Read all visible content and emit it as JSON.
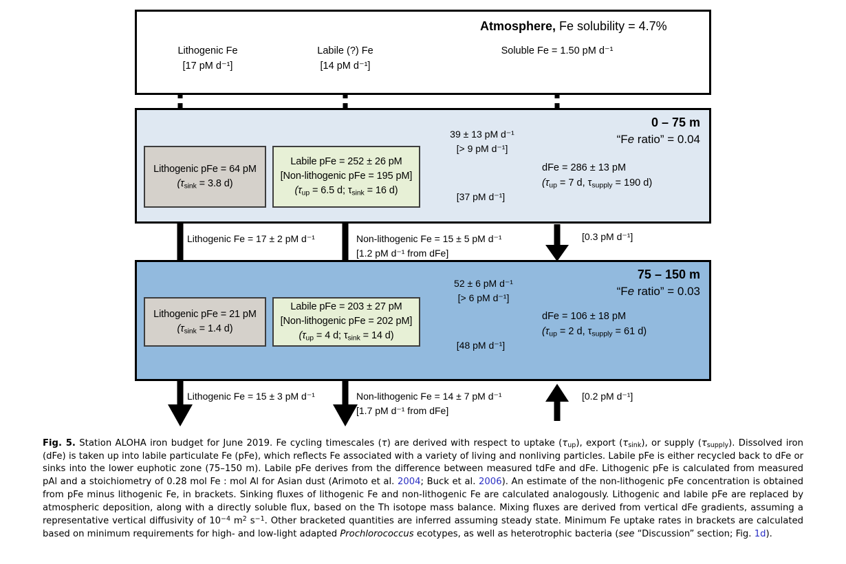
{
  "figure": {
    "label": "Fig. 5.",
    "atmosphere": {
      "title_bold": "Atmosphere,",
      "title_rest": " Fe solubility = 4.7%",
      "sources": [
        {
          "name": "lithogenic-fe",
          "line1": "Lithogenic Fe",
          "line2": "[17 pM d⁻¹]"
        },
        {
          "name": "labile-fe",
          "line1": "Labile (?) Fe",
          "line2": "[14 pM d⁻¹]"
        },
        {
          "name": "soluble-fe",
          "line1": "Soluble Fe = 1.50 pM d⁻¹",
          "line2": ""
        }
      ]
    },
    "upper_zone": {
      "depth": "0 – 75 m",
      "fe_ratio_prefix": "“F",
      "fe_ratio_italic": "e",
      "fe_ratio_suffix": " ratio” = 0.04",
      "lithogenic_pool": {
        "line1": "Lithogenic pFe = 64 pM",
        "line2_pre": "(τ",
        "line2_sub": "sink",
        "line2_post": " = 3.8 d)"
      },
      "labile_pool": {
        "line1": "Labile pFe = 252 ± 26 pM",
        "line2": "[Non-lithogenic pFe = 195 pM]",
        "line3_a": "(τ",
        "line3_a_sub": "up",
        "line3_b": " = 6.5 d; τ",
        "line3_b_sub": "sink",
        "line3_c": " = 16 d)"
      },
      "uptake_flux": {
        "line1": "39 ± 13 pM d⁻¹",
        "line2": "[> 9 pM d⁻¹]"
      },
      "recycle_flux": {
        "line1": "[37 pM d⁻¹]"
      },
      "dfe": {
        "line1": "dFe = 286 ± 13 pM",
        "line2_a": "(τ",
        "line2_a_sub": "up",
        "line2_b": " = 7 d, τ",
        "line2_b_sub": "supply",
        "line2_c": " = 190 d)"
      }
    },
    "lower_zone": {
      "depth": "75 – 150 m",
      "fe_ratio_prefix": "“F",
      "fe_ratio_italic": "e",
      "fe_ratio_suffix": " ratio” = 0.03",
      "lithogenic_pool": {
        "line1": "Lithogenic pFe = 21 pM",
        "line2_pre": "(τ",
        "line2_sub": "sink",
        "line2_post": " = 1.4 d)"
      },
      "labile_pool": {
        "line1": "Labile pFe = 203 ± 27 pM",
        "line2": "[Non-lithogenic pFe = 202 pM]",
        "line3_a": "(τ",
        "line3_a_sub": "up",
        "line3_b": " = 4 d; τ",
        "line3_b_sub": "sink",
        "line3_c": " = 14 d)"
      },
      "uptake_flux": {
        "line1": "52 ± 6 pM d⁻¹",
        "line2": "[> 6 pM d⁻¹]"
      },
      "recycle_flux": {
        "line1": "[48 pM d⁻¹]"
      },
      "dfe": {
        "line1": "dFe = 106 ± 18 pM",
        "line2_a": "(τ",
        "line2_a_sub": "up",
        "line2_b": " = 2 d, τ",
        "line2_b_sub": "supply",
        "line2_c": " = 61 d)"
      }
    },
    "mid_fluxes": {
      "lithogenic": "Lithogenic Fe = 17 ± 2 pM d⁻¹",
      "nonlithogenic_line1": "Non-lithogenic Fe = 15 ± 5 pM d⁻¹",
      "nonlithogenic_line2": "[1.2 pM d⁻¹ from dFe]",
      "mixing": "[0.3 pM d⁻¹]"
    },
    "bottom_fluxes": {
      "lithogenic": "Lithogenic Fe = 15 ± 3 pM d⁻¹",
      "nonlithogenic_line1": "Non-lithogenic Fe = 14 ± 7 pM d⁻¹",
      "nonlithogenic_line2": "[1.7 pM d⁻¹ from dFe]",
      "mixing": "[0.2 pM d⁻¹]"
    },
    "colors": {
      "upper_zone_fill": "#dfe8f2",
      "lower_zone_fill": "#92bade",
      "lithogenic_pool_fill": "#d5d1cb",
      "labile_pool_fill": "#e7f0d6",
      "reference_link": "#2a2fc4",
      "stroke": "#000000"
    }
  },
  "caption": {
    "label": "Fig. 5.",
    "seg1": " Station ALOHA iron budget for June 2019. Fe cycling timescales (",
    "tau1": "τ",
    "seg2": ") are derived with respect to uptake (",
    "tau_up": "τ",
    "tau_up_sub": "up",
    "seg3": "), export (",
    "tau_sink": "τ",
    "tau_sink_sub": "sink",
    "seg4": "), or supply (",
    "tau_supply": "τ",
    "tau_supply_sub": "supply",
    "seg5": "). Dissolved iron (dFe) is taken up into labile particulate Fe (pFe), which reflects Fe associated with a variety of living and nonliving particles. Labile pFe is either recycled back to dFe or sinks into the lower euphotic zone (75–150 m). Labile pFe derives from the difference between measured tdFe and dFe. Lithogenic pFe is calculated from measured pAl and a stoichiometry of 0.28 mol Fe : mol Al for Asian dust (Arimoto et al. ",
    "ref1": "2004",
    "seg6": "; Buck et al. ",
    "ref2": "2006",
    "seg7": "). An estimate of the non-lithogenic pFe concentration is obtained from pFe minus lithogenic Fe, in brackets. Sinking fluxes of lithogenic Fe and non-lithogenic Fe are calculated analogously. Lithogenic and labile pFe are replaced by atmospheric deposition, along with a directly soluble flux, based on the Th isotope mass balance. Mixing fluxes are derived from vertical dFe gradients, assuming a representative vertical diffusivity of 10",
    "exp1": "−4",
    "seg8": " m",
    "exp2": "2",
    "seg9": " s",
    "exp3": "−1",
    "seg10": ". Other bracketed quantities are inferred assuming steady state. Minimum Fe uptake rates in brackets are calculated based on minimum requirements for high- and low-light adapted ",
    "organism": "Prochlorococcus",
    "seg11": " ecotypes, as well as heterotrophic bacteria (",
    "see": "see",
    "seg12": " “Discussion” section; Fig. ",
    "ref3": "1d",
    "seg13": ")."
  }
}
